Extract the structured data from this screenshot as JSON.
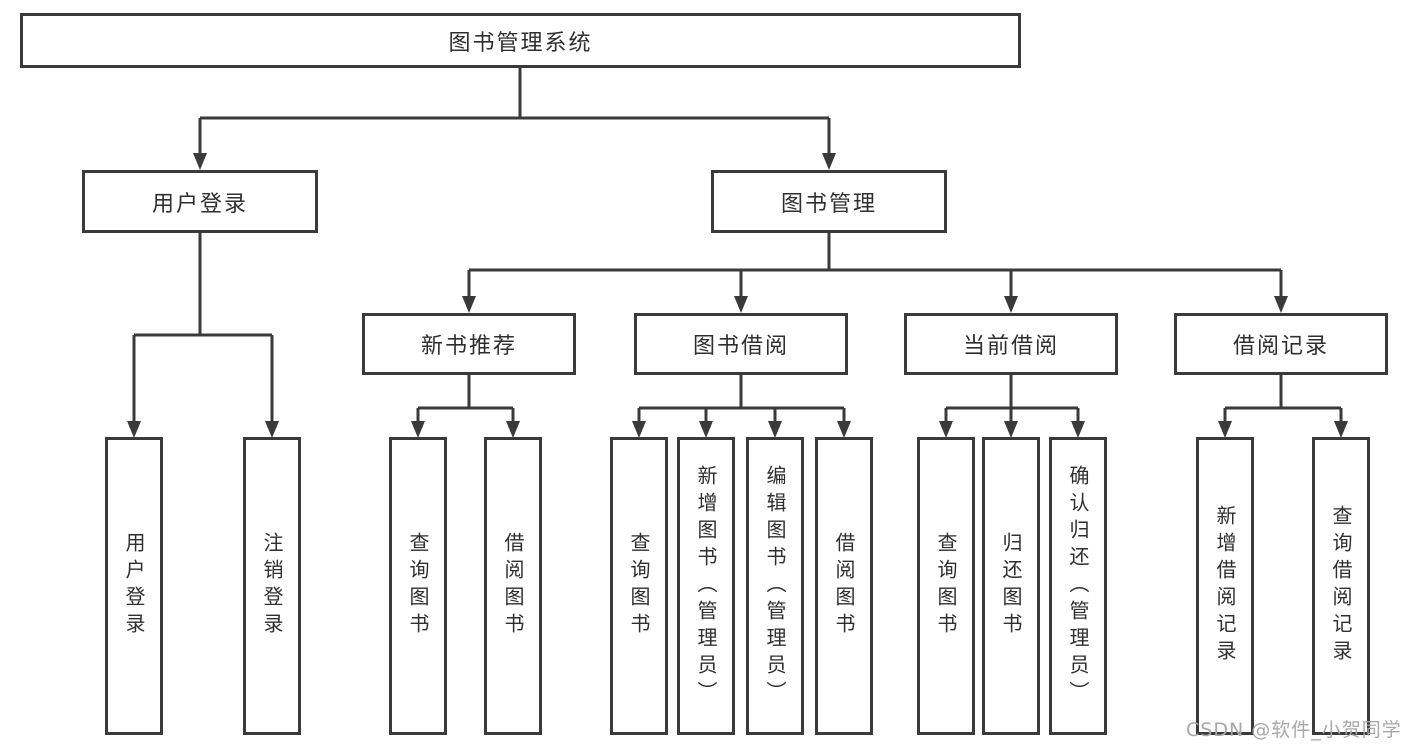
{
  "tree": {
    "label": "图书管理系统",
    "children": [
      {
        "label": "用户登录",
        "children": [
          {
            "label": "用户登录"
          },
          {
            "label": "注销登录"
          }
        ]
      },
      {
        "label": "图书管理",
        "children": [
          {
            "label": "新书推荐",
            "children": [
              {
                "label": "查询图书"
              },
              {
                "label": "借阅图书"
              }
            ]
          },
          {
            "label": "图书借阅",
            "children": [
              {
                "label": "查询图书"
              },
              {
                "label": "新增图书（管理员）"
              },
              {
                "label": "编辑图书（管理员）"
              },
              {
                "label": "借阅图书"
              }
            ]
          },
          {
            "label": "当前借阅",
            "children": [
              {
                "label": "查询图书"
              },
              {
                "label": "归还图书"
              },
              {
                "label": "确认归还（管理员）"
              }
            ]
          },
          {
            "label": "借阅记录",
            "children": [
              {
                "label": "新增借阅记录"
              },
              {
                "label": "查询借阅记录"
              }
            ]
          }
        ]
      }
    ]
  },
  "watermark": {
    "text": "CSDN @软件_小贺同学"
  },
  "colors": {
    "line": "#3a3a3a",
    "text": "#2f2f2f",
    "watermark": "#a8a8a8"
  }
}
